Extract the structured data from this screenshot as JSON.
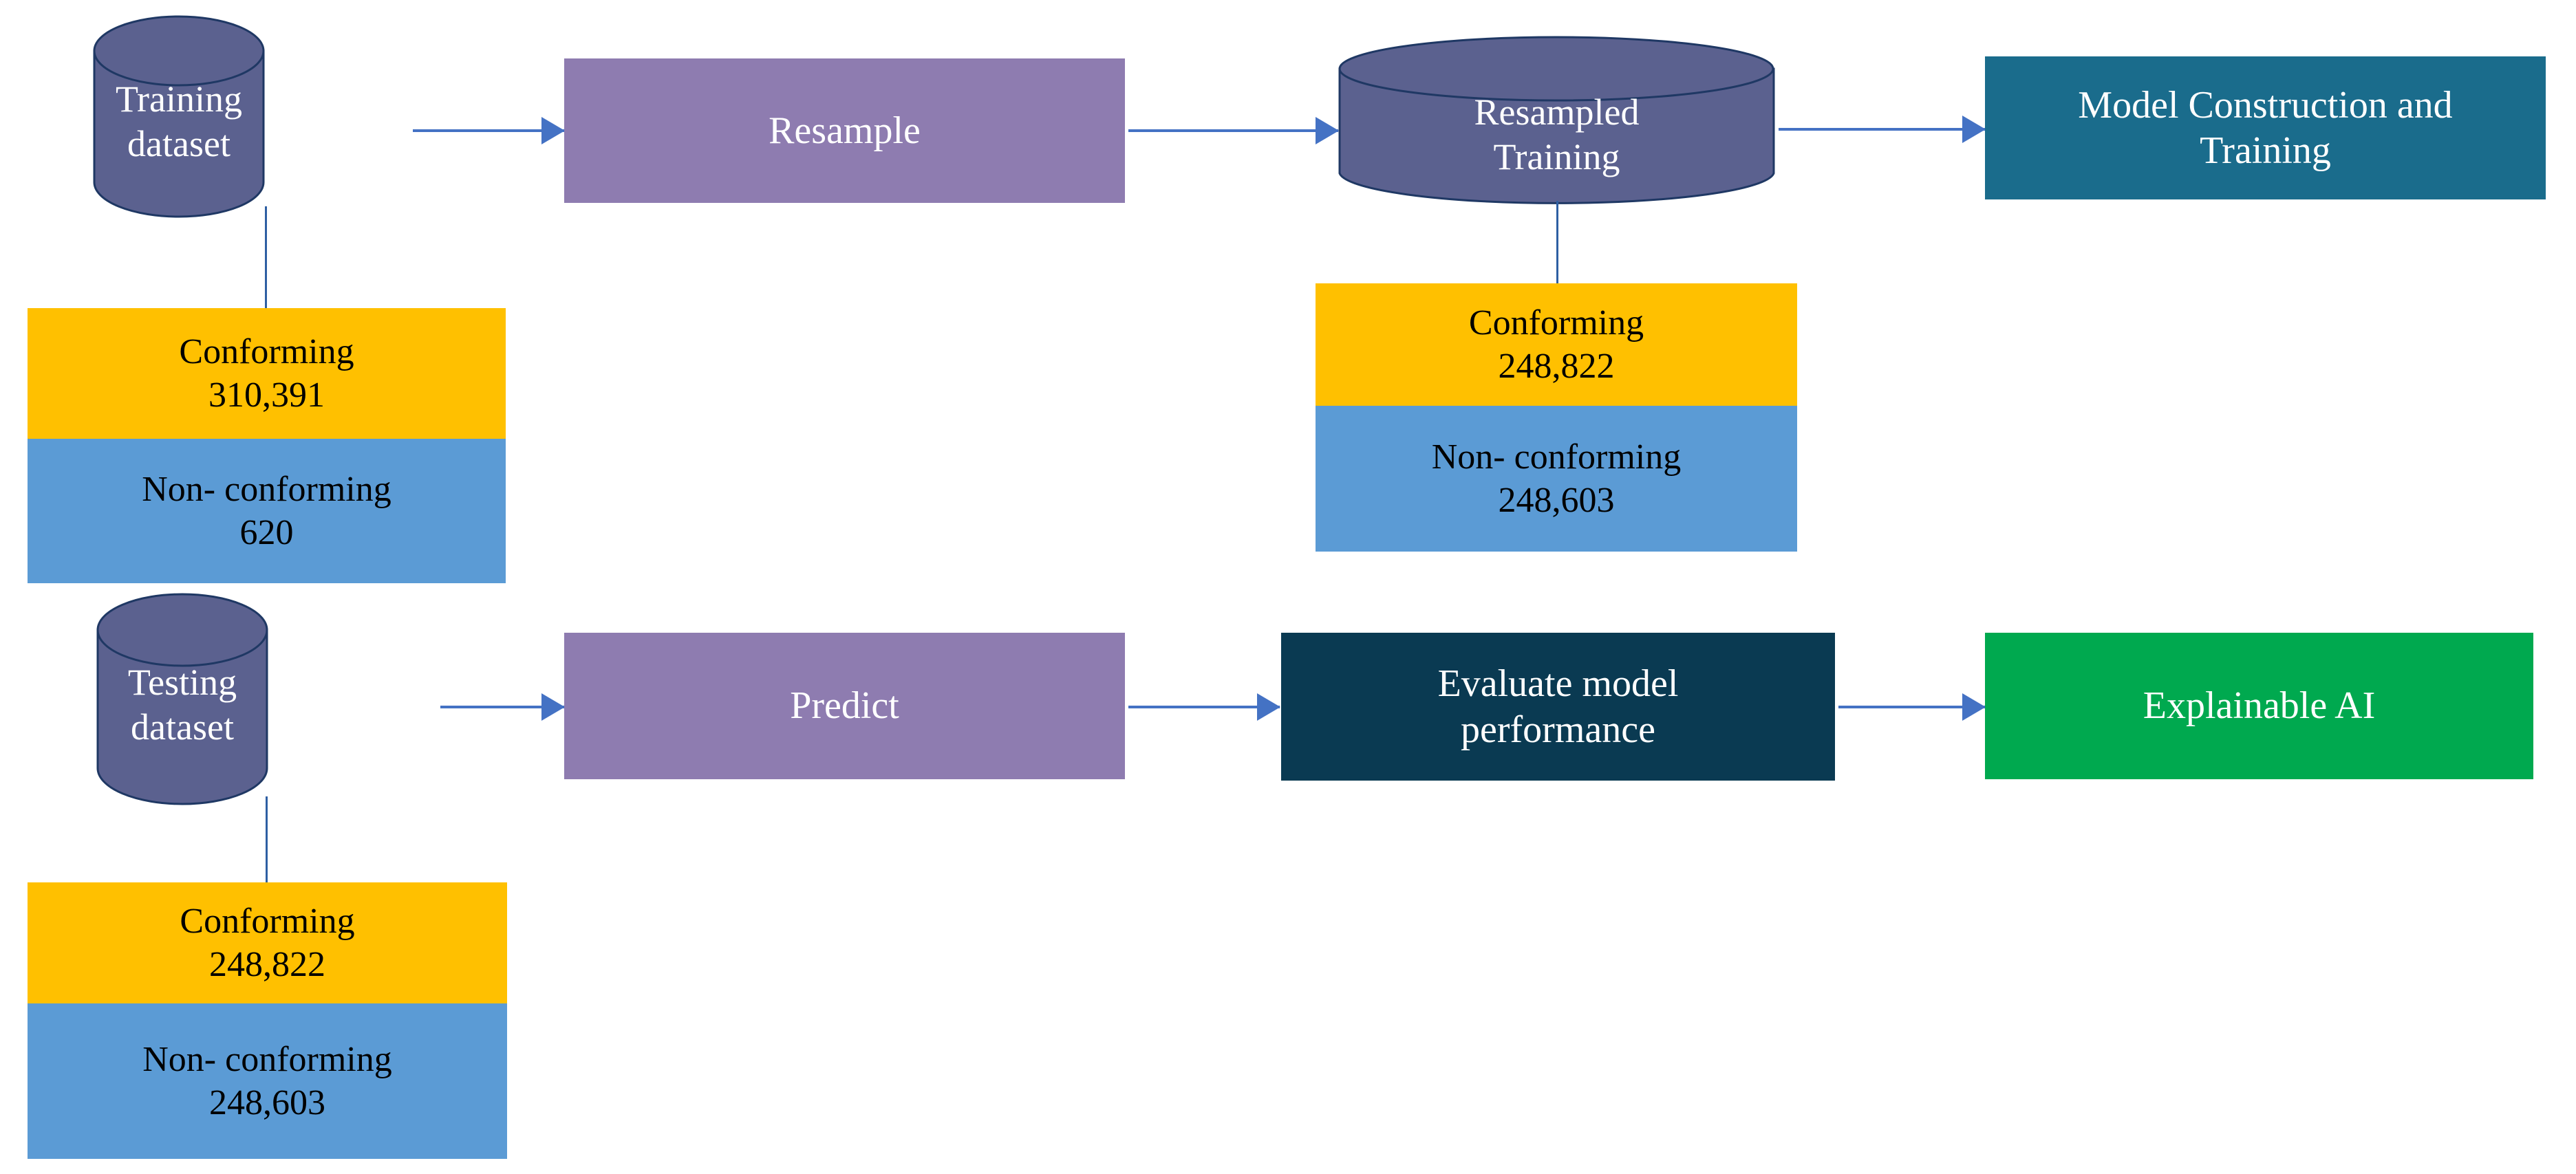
{
  "diagram": {
    "title": "Machine learning pipeline flowchart",
    "colors": {
      "cylinder_fill": "#5B618F",
      "cylinder_stroke": "#1F3864",
      "process_purple": "#8E7CB0",
      "teal": "#1A6C8C",
      "navy": "#0A3A52",
      "green": "#00A94F",
      "conforming_yellow": "#FFC000",
      "nonconforming_blue": "#5B9BD5",
      "arrow_blue": "#4472C4",
      "connector_blue": "#2E5FA3",
      "text_on_dark": "#FFFFFF",
      "text_on_light": "#000000"
    },
    "nodes": {
      "training_dataset": {
        "line1": "Training",
        "line2": "dataset",
        "shape": "cylinder"
      },
      "resample": {
        "label": "Resample",
        "shape": "rectangle"
      },
      "resampled_training": {
        "line1": "Resampled",
        "line2": "Training",
        "shape": "cylinder"
      },
      "model_construction": {
        "line1": "Model Construction and",
        "line2": "Training",
        "shape": "rectangle"
      },
      "testing_dataset": {
        "line1": "Testing",
        "line2": "dataset",
        "shape": "cylinder"
      },
      "predict": {
        "label": "Predict",
        "shape": "rectangle"
      },
      "evaluate": {
        "line1": "Evaluate model",
        "line2": "performance",
        "shape": "rectangle"
      },
      "explainable_ai": {
        "label": "Explainable AI",
        "shape": "rectangle"
      }
    },
    "stats": {
      "training": {
        "conforming_label": "Conforming",
        "conforming_value": "310,391",
        "nonconforming_label": "Non- conforming",
        "nonconforming_value": "620"
      },
      "resampled": {
        "conforming_label": "Conforming",
        "conforming_value": "248,822",
        "nonconforming_label": "Non- conforming",
        "nonconforming_value": "248,603"
      },
      "testing": {
        "conforming_label": "Conforming",
        "conforming_value": "248,822",
        "nonconforming_label": "Non- conforming",
        "nonconforming_value": "248,603"
      }
    },
    "edges": [
      {
        "name": "training-to-resample",
        "from": "training_dataset",
        "to": "resample",
        "kind": "arrow"
      },
      {
        "name": "resample-to-resampled",
        "from": "resample",
        "to": "resampled_training",
        "kind": "arrow"
      },
      {
        "name": "resampled-to-model",
        "from": "resampled_training",
        "to": "model_construction",
        "kind": "arrow"
      },
      {
        "name": "training-to-stats",
        "from": "training_dataset",
        "to": "training_stats",
        "kind": "line"
      },
      {
        "name": "resampled-to-stats",
        "from": "resampled_training",
        "to": "resampled_stats",
        "kind": "line"
      },
      {
        "name": "testing-to-predict",
        "from": "testing_dataset",
        "to": "predict",
        "kind": "arrow"
      },
      {
        "name": "predict-to-evaluate",
        "from": "predict",
        "to": "evaluate",
        "kind": "arrow"
      },
      {
        "name": "evaluate-to-xai",
        "from": "evaluate",
        "to": "explainable_ai",
        "kind": "arrow"
      },
      {
        "name": "testing-to-stats",
        "from": "testing_dataset",
        "to": "testing_stats",
        "kind": "line"
      }
    ]
  }
}
